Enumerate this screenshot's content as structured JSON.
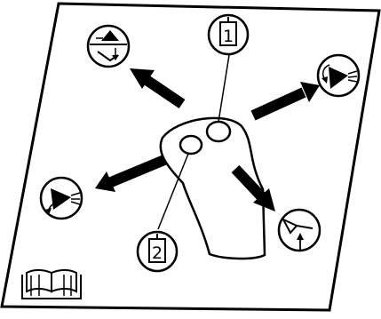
{
  "decal": {
    "callouts": [
      {
        "id": "button-1",
        "label": "1"
      },
      {
        "id": "button-2",
        "label": "2"
      }
    ],
    "directions": [
      {
        "id": "up-left",
        "icon": "boom-lower-float-icon"
      },
      {
        "id": "up-right",
        "icon": "bucket-dump-icon"
      },
      {
        "id": "down-left",
        "icon": "bucket-rollback-icon"
      },
      {
        "id": "down-right",
        "icon": "boom-raise-icon"
      }
    ],
    "manual_icon": "operator-manual-book-icon",
    "colors": {
      "ink": "#000000",
      "paper": "#ffffff"
    }
  }
}
